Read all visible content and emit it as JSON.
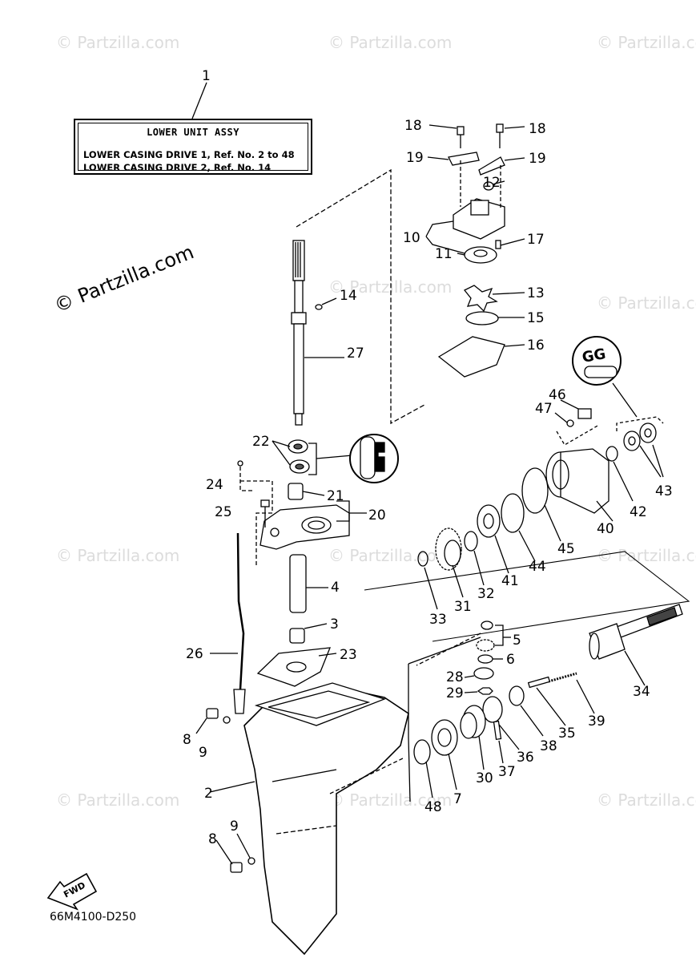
{
  "box": {
    "title": "LOWER UNIT ASSY",
    "line1": "LOWER CASING DRIVE 1,  Ref. No. 2 to 48",
    "line2": "LOWER CASING DRIVE 2,  Ref. No. 14"
  },
  "diagram_code": "66M4100-D250",
  "watermark_small": "© Partzilla.com",
  "watermark_big": "© Partzilla.com",
  "fwd_label": "FWD",
  "seal_label": "GG",
  "parts": {
    "p1": "1",
    "p2": "2",
    "p3": "3",
    "p4": "4",
    "p5": "5",
    "p6": "6",
    "p7": "7",
    "p8a": "8",
    "p8b": "8",
    "p9a": "9",
    "p9b": "9",
    "p10": "10",
    "p11": "11",
    "p12": "12",
    "p13": "13",
    "p14": "14",
    "p15": "15",
    "p16": "16",
    "p17": "17",
    "p18a": "18",
    "p18b": "18",
    "p19a": "19",
    "p19b": "19",
    "p20": "20",
    "p21": "21",
    "p22": "22",
    "p23": "23",
    "p24": "24",
    "p25": "25",
    "p26": "26",
    "p27": "27",
    "p28": "28",
    "p29": "29",
    "p30": "30",
    "p31": "31",
    "p32": "32",
    "p33": "33",
    "p34": "34",
    "p35": "35",
    "p36": "36",
    "p37": "37",
    "p38": "38",
    "p39": "39",
    "p40": "40",
    "p41": "41",
    "p42": "42",
    "p43": "43",
    "p44": "44",
    "p45": "45",
    "p46": "46",
    "p47": "47",
    "p48": "48"
  }
}
